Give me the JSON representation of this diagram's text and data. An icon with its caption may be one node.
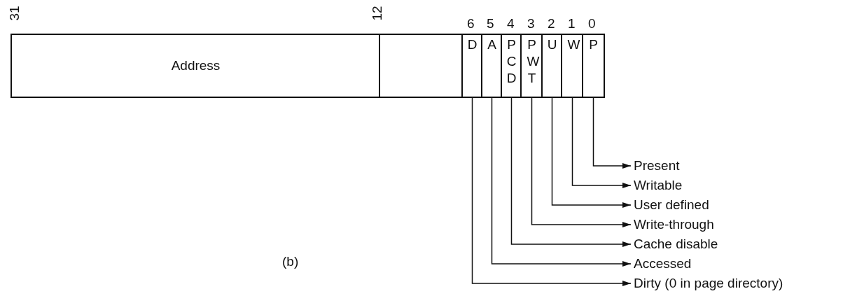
{
  "diagram": {
    "nodes": [
      {
        "text": [
          "Address"
        ]
      },
      {
        "text": [],
        "shape": "box"
      },
      {
        "text": [
          "D"
        ]
      },
      {
        "text": [
          "A"
        ]
      },
      {
        "text": [
          "P C D"
        ]
      },
      {
        "text": [
          "P W T"
        ]
      },
      {
        "text": [
          "U"
        ]
      },
      {
        "text": [
          "W"
        ]
      },
      {
        "text": [
          "P"
        ]
      },
      {
        "text": [
          "Present"
        ]
      },
      {
        "text": [
          "Writable"
        ]
      },
      {
        "text": [
          "User defined"
        ]
      },
      {
        "text": [
          "Write-through"
        ]
      },
      {
        "text": [
          "Cache disable"
        ]
      },
      {
        "text": [
          "Accessed"
        ]
      },
      {
        "text": [
          "Dirty (0 in page directory)"
        ]
      }
    ],
    "edges": [
      {
        "from": 8,
        "to": 9,
        "arrow": "to"
      },
      {
        "from": 7,
        "to": 10,
        "arrow": "to"
      },
      {
        "from": 6,
        "to": 11,
        "arrow": "to"
      },
      {
        "from": 5,
        "to": 12,
        "arrow": "to"
      },
      {
        "from": 4,
        "to": 13,
        "arrow": "to"
      },
      {
        "from": 3,
        "to": 14,
        "arrow": "to"
      },
      {
        "from": 2,
        "to": 15,
        "arrow": "to"
      }
    ],
    "labels": [
      "31",
      "12",
      "6",
      "5",
      "4",
      "3",
      "2",
      "1",
      "0",
      "(b)"
    ]
  }
}
